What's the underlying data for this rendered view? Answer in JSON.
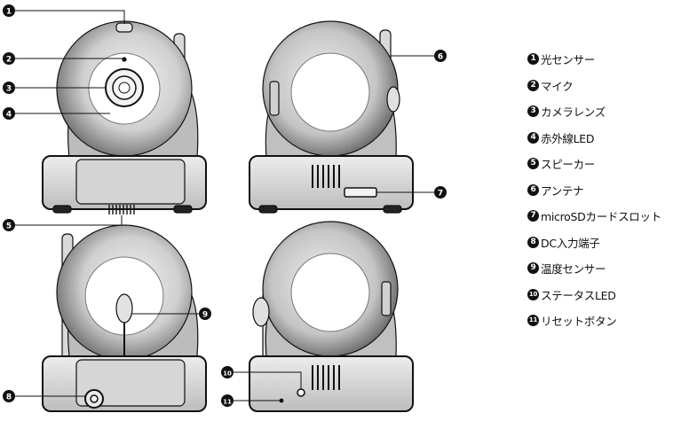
{
  "legend": [
    {
      "num": "1",
      "label": "光センサー"
    },
    {
      "num": "2",
      "label": "マイク"
    },
    {
      "num": "3",
      "label": "カメラレンズ"
    },
    {
      "num": "4",
      "label": "赤外線LED"
    },
    {
      "num": "5",
      "label": "スピーカー"
    },
    {
      "num": "6",
      "label": "アンテナ"
    },
    {
      "num": "7",
      "label": "microSDカードスロット"
    },
    {
      "num": "8",
      "label": "DC入力端子"
    },
    {
      "num": "9",
      "label": "温度センサー"
    },
    {
      "num": "10",
      "label": "ステータスLED"
    },
    {
      "num": "11",
      "label": "リセットボタン"
    }
  ]
}
